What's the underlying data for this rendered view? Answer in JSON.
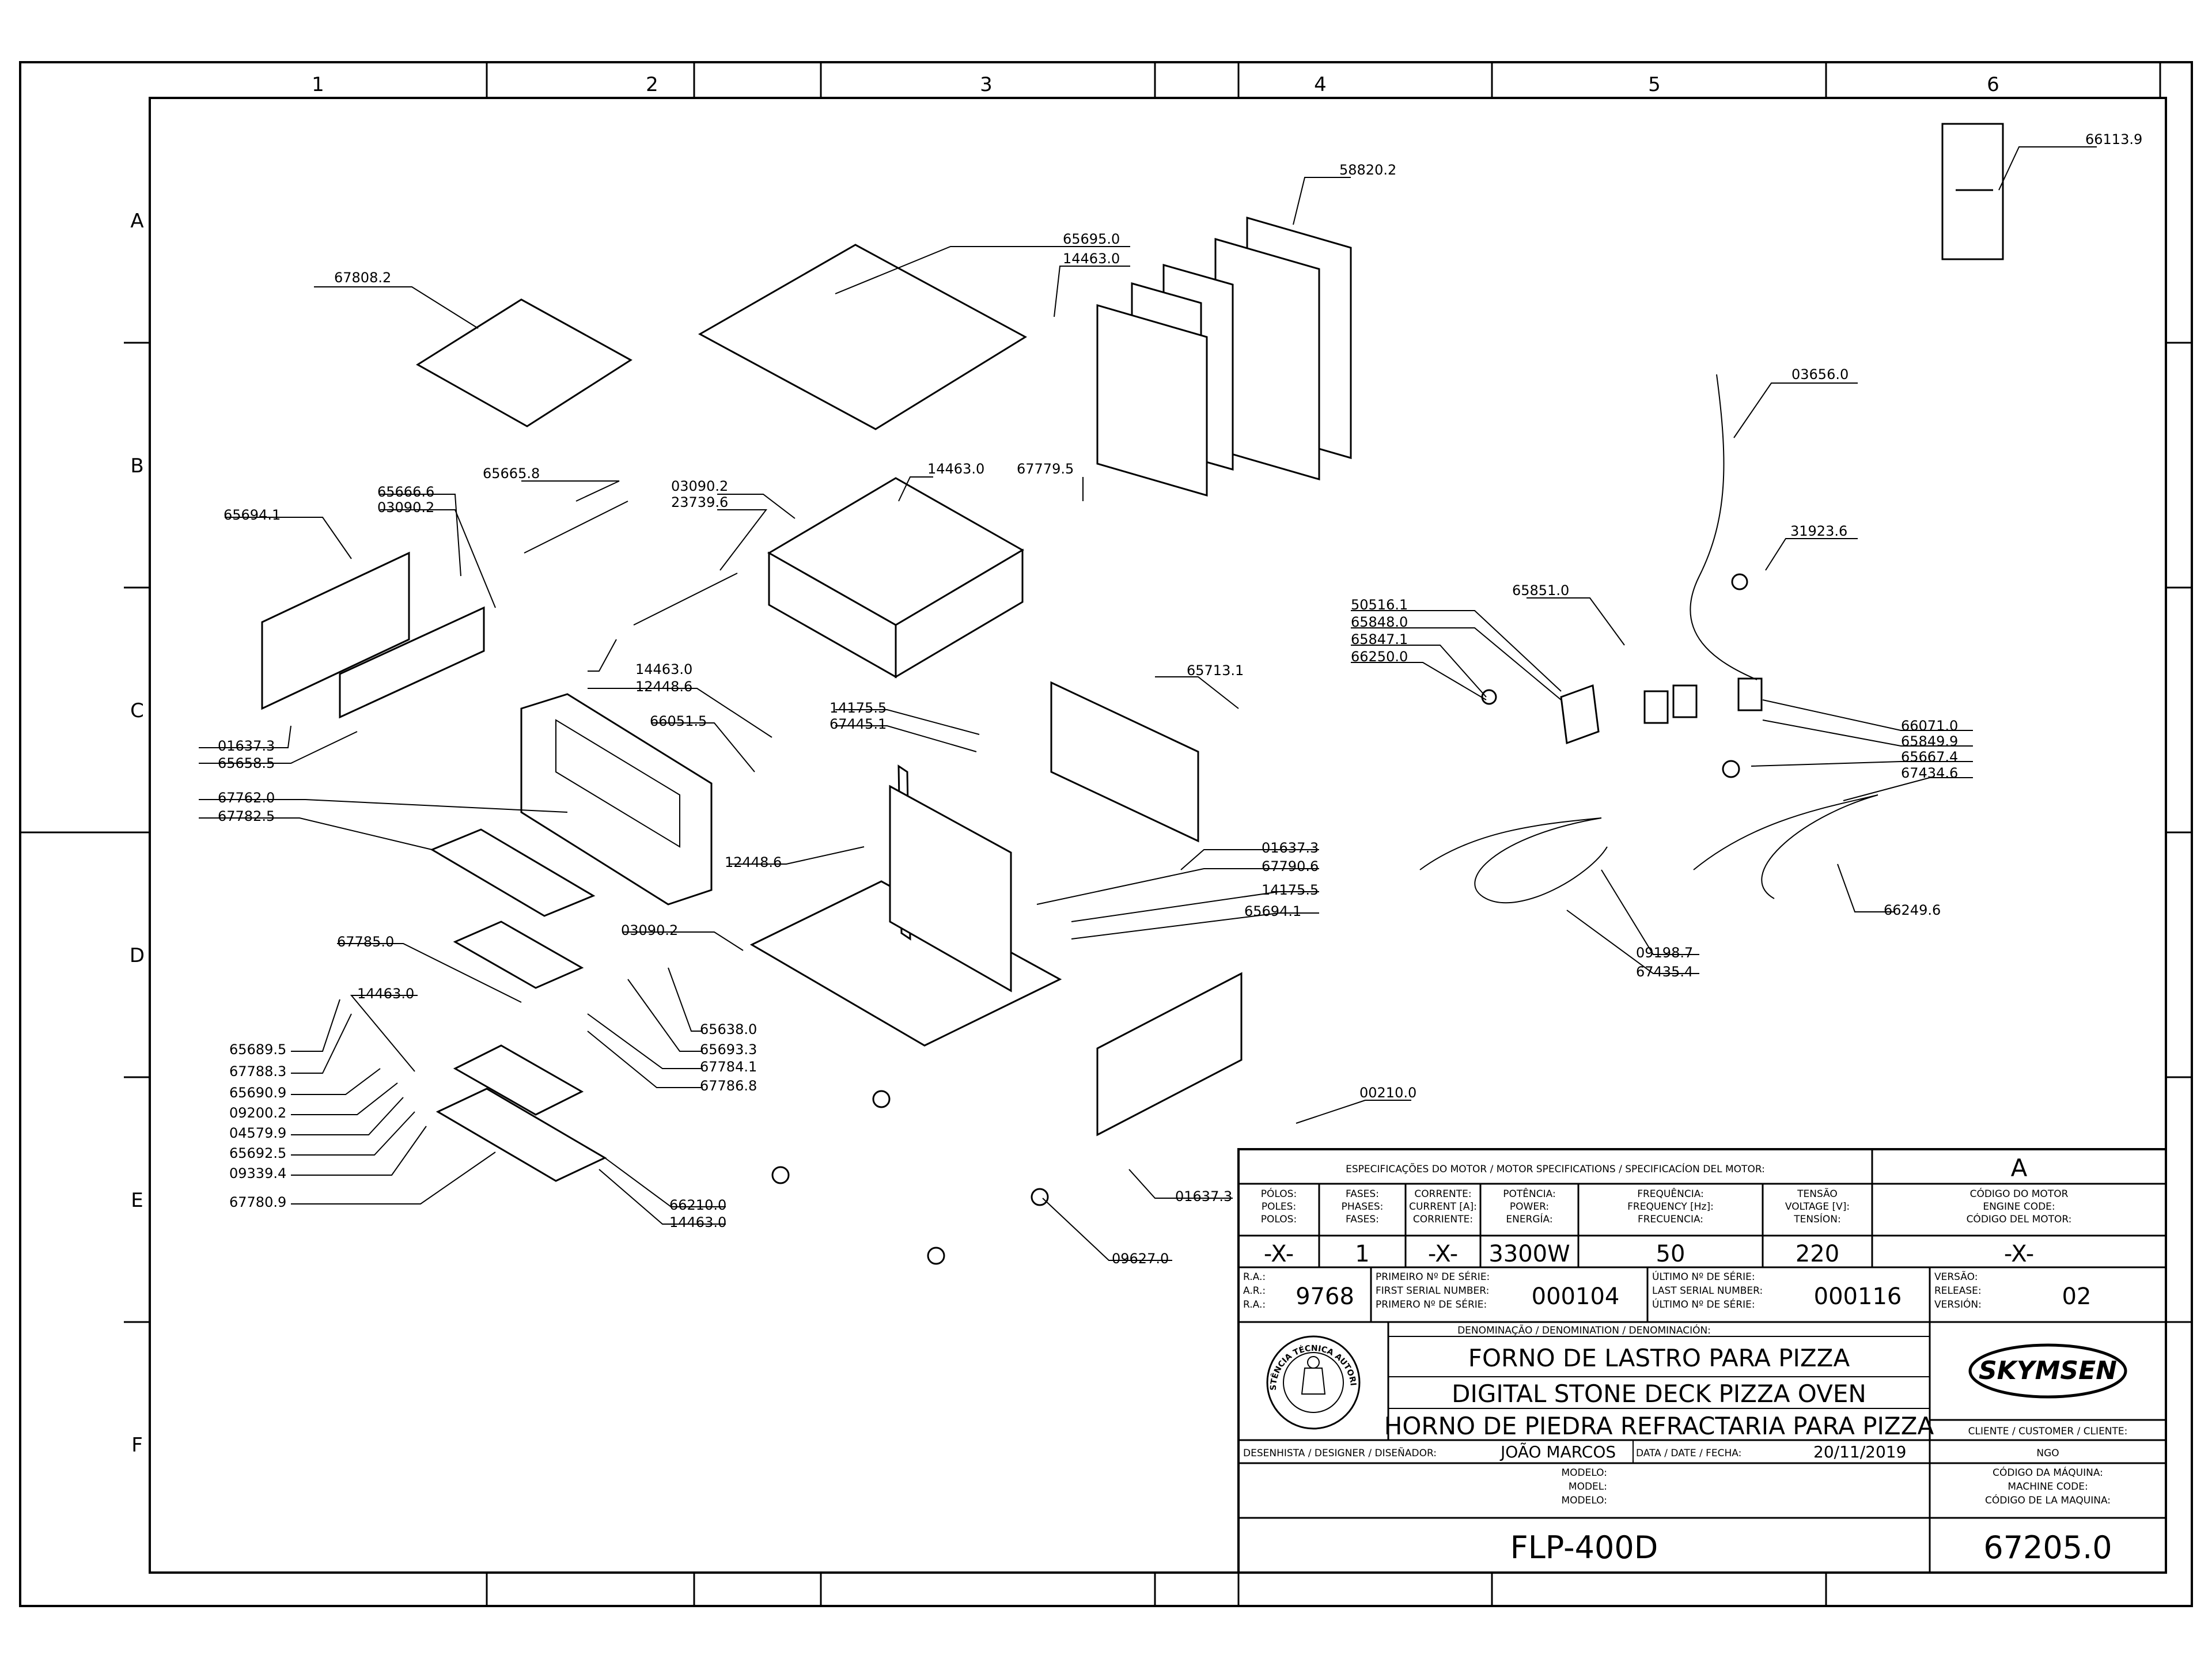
{
  "grid": {
    "columns": [
      "1",
      "2",
      "3",
      "4",
      "5",
      "6"
    ],
    "rows": [
      "A",
      "B",
      "C",
      "D",
      "E",
      "F"
    ]
  },
  "part_labels": [
    {
      "id": "66113.9",
      "text": "66113.9"
    },
    {
      "id": "58820.2",
      "text": "58820.2"
    },
    {
      "id": "65695.0",
      "text": "65695.0"
    },
    {
      "id": "14463.0-a",
      "text": "14463.0"
    },
    {
      "id": "67808.2",
      "text": "67808.2"
    },
    {
      "id": "03656.0",
      "text": "03656.0"
    },
    {
      "id": "14463.0-b",
      "text": "14463.0"
    },
    {
      "id": "67779.5",
      "text": "67779.5"
    },
    {
      "id": "65665.8",
      "text": "65665.8"
    },
    {
      "id": "65666.6",
      "text": "65666.6"
    },
    {
      "id": "03090.2-a",
      "text": "03090.2"
    },
    {
      "id": "03090.2-b",
      "text": "03090.2"
    },
    {
      "id": "23739.6",
      "text": "23739.6"
    },
    {
      "id": "65694.1-a",
      "text": "65694.1"
    },
    {
      "id": "31923.6",
      "text": "31923.6"
    },
    {
      "id": "65851.0",
      "text": "65851.0"
    },
    {
      "id": "50516.1",
      "text": "50516.1"
    },
    {
      "id": "65848.0",
      "text": "65848.0"
    },
    {
      "id": "65847.1",
      "text": "65847.1"
    },
    {
      "id": "66250.0",
      "text": "66250.0"
    },
    {
      "id": "14463.0-c",
      "text": "14463.0"
    },
    {
      "id": "12448.6-a",
      "text": "12448.6"
    },
    {
      "id": "65713.1",
      "text": "65713.1"
    },
    {
      "id": "14175.5-a",
      "text": "14175.5"
    },
    {
      "id": "67445.1",
      "text": "67445.1"
    },
    {
      "id": "66051.5",
      "text": "66051.5"
    },
    {
      "id": "66071.0",
      "text": "66071.0"
    },
    {
      "id": "65849.9",
      "text": "65849.9"
    },
    {
      "id": "65667.4",
      "text": "65667.4"
    },
    {
      "id": "67434.6",
      "text": "67434.6"
    },
    {
      "id": "01637.3-a",
      "text": "01637.3"
    },
    {
      "id": "65658.5",
      "text": "65658.5"
    },
    {
      "id": "67762.0",
      "text": "67762.0"
    },
    {
      "id": "67782.5",
      "text": "67782.5"
    },
    {
      "id": "12448.6-b",
      "text": "12448.6"
    },
    {
      "id": "01637.3-b",
      "text": "01637.3"
    },
    {
      "id": "67790.6",
      "text": "67790.6"
    },
    {
      "id": "14175.5-b",
      "text": "14175.5"
    },
    {
      "id": "65694.1-b",
      "text": "65694.1"
    },
    {
      "id": "66249.6",
      "text": "66249.6"
    },
    {
      "id": "03090.2-c",
      "text": "03090.2"
    },
    {
      "id": "67785.0",
      "text": "67785.0"
    },
    {
      "id": "09198.7",
      "text": "09198.7"
    },
    {
      "id": "67435.4",
      "text": "67435.4"
    },
    {
      "id": "14463.0-d",
      "text": "14463.0"
    },
    {
      "id": "65638.0",
      "text": "65638.0"
    },
    {
      "id": "65693.3",
      "text": "65693.3"
    },
    {
      "id": "67784.1",
      "text": "67784.1"
    },
    {
      "id": "67786.8",
      "text": "67786.8"
    },
    {
      "id": "65689.5",
      "text": "65689.5"
    },
    {
      "id": "67788.3",
      "text": "67788.3"
    },
    {
      "id": "65690.9",
      "text": "65690.9"
    },
    {
      "id": "09200.2",
      "text": "09200.2"
    },
    {
      "id": "04579.9",
      "text": "04579.9"
    },
    {
      "id": "65692.5",
      "text": "65692.5"
    },
    {
      "id": "09339.4",
      "text": "09339.4"
    },
    {
      "id": "67780.9",
      "text": "67780.9"
    },
    {
      "id": "00210.0",
      "text": "00210.0"
    },
    {
      "id": "01637.3-c",
      "text": "01637.3"
    },
    {
      "id": "66210.0",
      "text": "66210.0"
    },
    {
      "id": "14463.0-e",
      "text": "14463.0"
    },
    {
      "id": "09627.0",
      "text": "09627.0"
    }
  ],
  "title_block": {
    "revision": "A",
    "motor_spec_title": "ESPECIFICAÇÕES DO MOTOR / MOTOR SPECIFICATIONS / SPECIFICACÍON DEL MOTOR:",
    "col_poles": [
      "PÓLOS:",
      "POLES:",
      "POLOS:"
    ],
    "col_phases": [
      "FASES:",
      "PHASES:",
      "FASES:"
    ],
    "col_current": [
      "CORRENTE:",
      "CURRENT [A]:",
      "CORRIENTE:"
    ],
    "col_power": [
      "POTÊNCIA:",
      "POWER:",
      "ENERGÍA:"
    ],
    "col_freq": [
      "FREQUÊNCIA:",
      "FREQUENCY [Hz]:",
      "FRECUENCIA:"
    ],
    "col_voltage": [
      "TENSÃO",
      "VOLTAGE [V]:",
      "TENSÍON:"
    ],
    "col_engine": [
      "CÓDIGO DO MOTOR",
      "ENGINE CODE:",
      "CÓDIGO DEL MOTOR:"
    ],
    "val_poles": "-X-",
    "val_phases": "1",
    "val_current": "-X-",
    "val_power": "3300W",
    "val_freq": "50",
    "val_voltage": "220",
    "val_engine": "-X-",
    "ra_labels": [
      "R.A.:",
      "A.R.:",
      "R.A.:"
    ],
    "ra_value": "9768",
    "first_serial_labels": [
      "PRIMEIRO Nº DE SÉRIE:",
      "FIRST SERIAL NUMBER:",
      "PRIMERO Nº DE SÉRIE:"
    ],
    "first_serial": "000104",
    "last_serial_labels": [
      "ÚLTIMO Nº DE SÉRIE:",
      "LAST SERIAL NUMBER:",
      "ÚLTIMO Nº DE SÉRIE:"
    ],
    "last_serial": "000116",
    "release_labels": [
      "VERSÃO:",
      "RELEASE:",
      "VERSIÓN:"
    ],
    "release": "02",
    "denomination_label": "DENOMINAÇÃO / DENOMINATION / DENOMINACIÓN:",
    "name_pt": "FORNO DE LASTRO PARA PIZZA",
    "name_en": "DIGITAL STONE DECK PIZZA OVEN",
    "name_es": "HORNO DE PIEDRA REFRACTARIA PARA PIZZA",
    "brand": "SKYMSEN",
    "seal_text": "ASSISTÊNCIA TÉCNICA AUTORIZADA",
    "client_label": "CLIENTE / CUSTOMER / CLIENTE:",
    "client": "NGO",
    "designer_label": "DESENHISTA / DESIGNER / DISEÑADOR:",
    "designer": "JOÃO MARCOS",
    "date_label": "DATA / DATE / FECHA:",
    "date": "20/11/2019",
    "model_labels": [
      "MODELO:",
      "MODEL:",
      "MODELO:"
    ],
    "machine_code_labels": [
      "CÓDIGO DA MÁQUINA:",
      "MACHINE CODE:",
      "CÓDIGO DE LA MAQUINA:"
    ],
    "model": "FLP-400D",
    "machine_code": "67205.0"
  }
}
